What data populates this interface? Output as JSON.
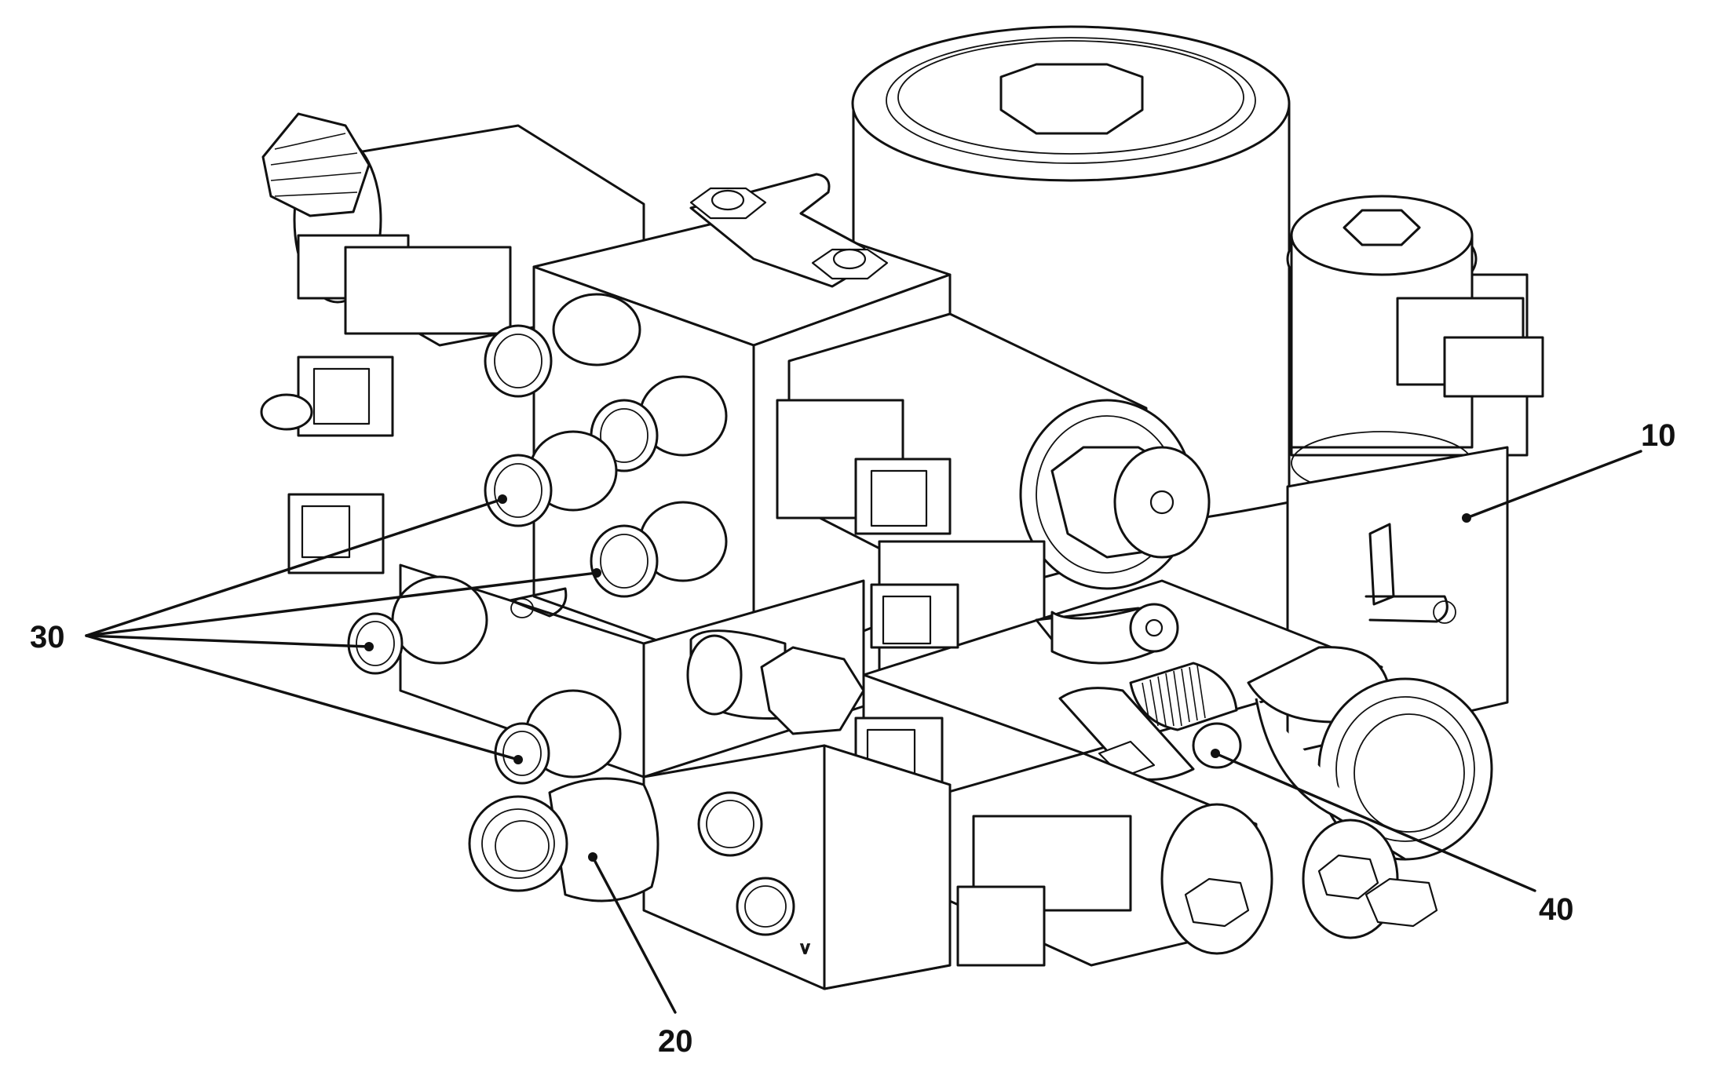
{
  "callouts": [
    {
      "id": "10",
      "label": "10"
    },
    {
      "id": "20",
      "label": "20"
    },
    {
      "id": "30",
      "label": "30"
    },
    {
      "id": "40",
      "label": "40"
    }
  ],
  "colors": {
    "line": "#111111",
    "background": "#ffffff"
  }
}
